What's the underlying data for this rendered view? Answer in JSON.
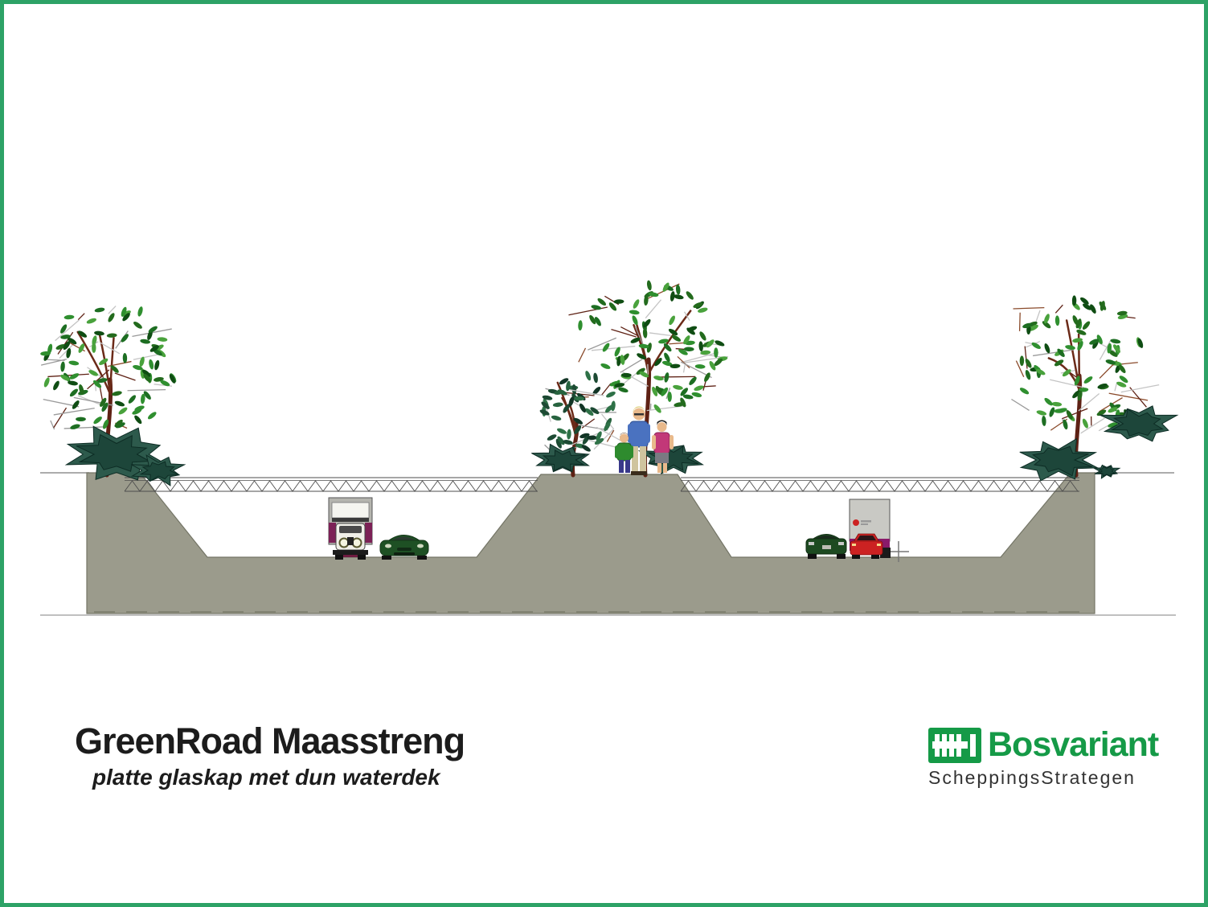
{
  "frame": {
    "border_color": "#2da266",
    "background": "#ffffff"
  },
  "title_block": {
    "title": "GreenRoad Maasstreng",
    "subtitle": "platte glaskap met dun waterdek"
  },
  "logo": {
    "name": "Bosvariant",
    "tagline": "ScheppingsStrategen",
    "icon": "fence-comb-icon",
    "brand_color": "#159a47",
    "tagline_color": "#333333"
  },
  "diagram": {
    "type": "cross-section-illustration",
    "scene": {
      "structure": "concrete sunken double roadway with planted central mound and side embankments",
      "roof": "flat glass cover truss with thin water deck spanning both road troughs",
      "left_tunnel_vehicles": [
        "box-truck-front",
        "green-sports-car-front"
      ],
      "right_tunnel_vehicles": [
        "green-car-rear",
        "red-car-rear",
        "box-truck-rear"
      ],
      "people": [
        "man",
        "child",
        "woman"
      ],
      "vegetation": [
        "left-tree",
        "left-bushes",
        "center-small-tree",
        "center-large-tree",
        "center-bushes",
        "right-tree",
        "right-bushes"
      ]
    },
    "colors": {
      "concrete_gray": "#9b9b8c",
      "truss_line": "#4d4d4d",
      "ground_line": "#909090",
      "leaf_green": "#2f8f2f",
      "dark_leaf_green": "#1c4a33",
      "bush_teal": "#2d5a4c",
      "trunk_brown": "#5e2114",
      "truck_accent_purple": "#8a1a6a",
      "truck_accent_maroon": "#7c2156",
      "car_green": "#1e5024",
      "car_red": "#cc2222"
    }
  }
}
